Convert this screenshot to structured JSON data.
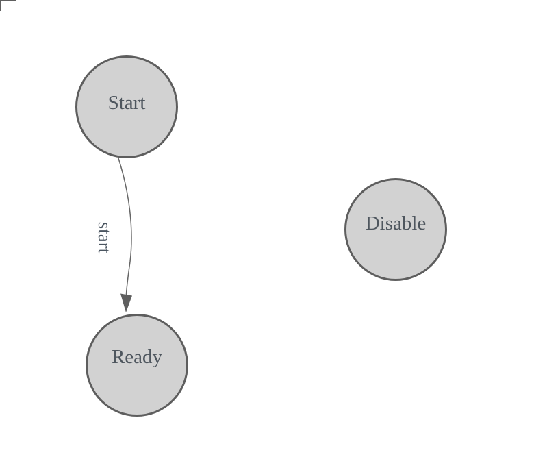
{
  "diagram": {
    "nodes": [
      {
        "id": "start",
        "label": "Start"
      },
      {
        "id": "ready",
        "label": "Ready"
      },
      {
        "id": "disable",
        "label": "Disable"
      }
    ],
    "edges": [
      {
        "from": "Start",
        "to": "Ready",
        "label": "start"
      }
    ],
    "colors": {
      "background": "#ffffff",
      "node_fill": "#d2d2d2",
      "node_stroke": "#5e5e5e",
      "node_text": "#4e565e",
      "edge_line": "#666666",
      "edge_label_text": "#4a5560",
      "arrowhead": "#5f5f5f",
      "corner_mark": "#5f5f5f"
    }
  }
}
